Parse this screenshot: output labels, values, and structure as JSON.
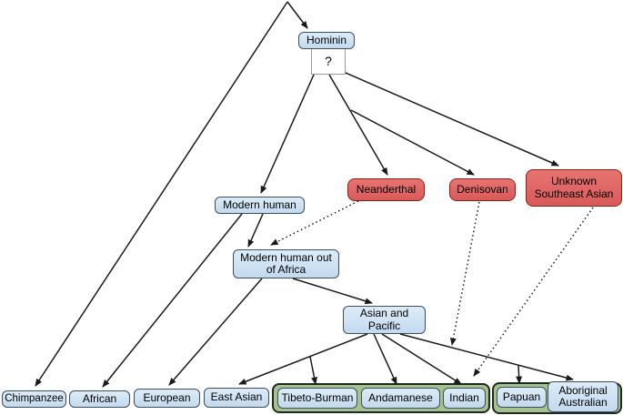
{
  "diagram": {
    "title": "hominin phylogenetic tree with gene-flow arrows",
    "nodes": {
      "hominin": {
        "label": "Hominin",
        "color": "blue"
      },
      "unknown_ancestor": {
        "label": "?",
        "color": "white"
      },
      "modern_human": {
        "label": "Modern human",
        "color": "blue"
      },
      "neanderthal": {
        "label": "Neanderthal",
        "color": "red"
      },
      "denisovan": {
        "label": "Denisovan",
        "color": "red"
      },
      "unknown_southeast_asian": {
        "label": "Unknown Southeast Asian",
        "color": "red"
      },
      "modern_human_out_of_africa": {
        "label": "Modern human out of Africa",
        "color": "blue"
      },
      "asian_and_pacific": {
        "label": "Asian and Pacific",
        "color": "blue"
      },
      "chimpanzee": {
        "label": "Chimpanzee",
        "color": "blue"
      },
      "african": {
        "label": "African",
        "color": "blue"
      },
      "european": {
        "label": "European",
        "color": "blue"
      },
      "east_asian": {
        "label": "East Asian",
        "color": "blue"
      },
      "tibeto_burman": {
        "label": "Tibeto-Burman",
        "color": "blue",
        "group": "green-group-1"
      },
      "andamanese": {
        "label": "Andamanese",
        "color": "blue",
        "group": "green-group-1"
      },
      "indian": {
        "label": "Indian",
        "color": "blue",
        "group": "green-group-1"
      },
      "papuan": {
        "label": "Papuan",
        "color": "blue",
        "group": "green-group-2"
      },
      "aboriginal_australian": {
        "label": "Aboriginal Australian",
        "color": "blue",
        "group": "green-group-2"
      }
    },
    "edges": [
      {
        "from": "root",
        "to": "chimpanzee",
        "style": "solid-arrow"
      },
      {
        "from": "root",
        "to": "hominin",
        "style": "solid-arrow"
      },
      {
        "from": "unknown_ancestor",
        "to": "modern_human",
        "style": "solid-arrow"
      },
      {
        "from": "unknown_ancestor",
        "to": "neanderthal",
        "style": "solid-arrow"
      },
      {
        "from": "neanderthal_branch",
        "to": "denisovan",
        "style": "solid-arrow"
      },
      {
        "from": "unknown_ancestor",
        "to": "unknown_southeast_asian",
        "style": "solid-arrow"
      },
      {
        "from": "modern_human",
        "to": "african",
        "style": "solid-arrow"
      },
      {
        "from": "modern_human",
        "to": "modern_human_out_of_africa",
        "style": "solid-arrow"
      },
      {
        "from": "modern_human_out_of_africa",
        "to": "european",
        "style": "solid-arrow"
      },
      {
        "from": "modern_human_out_of_africa",
        "to": "asian_and_pacific",
        "style": "solid-arrow"
      },
      {
        "from": "asian_and_pacific",
        "to": "east_asian",
        "style": "solid-arrow"
      },
      {
        "from": "east_asian_branch",
        "to": "tibeto_burman",
        "style": "solid-arrow"
      },
      {
        "from": "asian_and_pacific",
        "to": "andamanese",
        "style": "solid-arrow"
      },
      {
        "from": "asian_and_pacific",
        "to": "indian",
        "style": "solid-arrow"
      },
      {
        "from": "asian_and_pacific",
        "to": "aboriginal_australian",
        "style": "solid-arrow"
      },
      {
        "from": "papuan_branch",
        "to": "papuan",
        "style": "solid-arrow"
      },
      {
        "from": "neanderthal",
        "to": "modern_human_out_of_africa",
        "style": "dotted-arrow"
      },
      {
        "from": "denisovan",
        "to": "papuan_lineage_line",
        "style": "dotted-arrow"
      },
      {
        "from": "unknown_southeast_asian",
        "to": "indian",
        "style": "dotted-arrow"
      }
    ],
    "colors": {
      "blue_fill": "#cfe2f3",
      "blue_border": "#3d4e5c",
      "red_fill": "#e06666",
      "red_border": "#8f2018",
      "green_fill": "#a5c18f",
      "green_border": "#1c2b1e",
      "line": "#1a1a1a",
      "background": "#ffffff"
    }
  }
}
